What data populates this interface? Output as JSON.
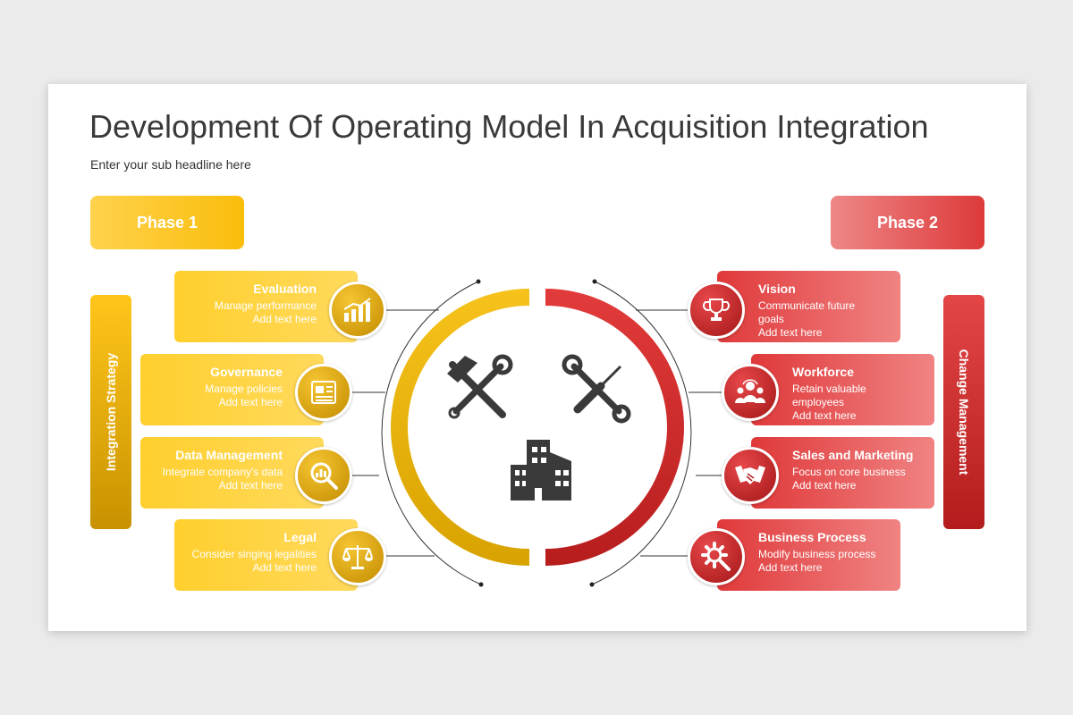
{
  "title": "Development Of Operating Model In Acquisition Integration",
  "subtitle": "Enter your sub headline here",
  "phases": {
    "left": "Phase 1",
    "right": "Phase 2"
  },
  "side_bars": {
    "left": "Integration Strategy",
    "right": "Change Management"
  },
  "colors": {
    "yellow": "#f9bd0a",
    "red": "#dd3a3a",
    "dark_yellow": "#c89200",
    "dark_red": "#b31c1c"
  },
  "left_items": [
    {
      "head": "Evaluation",
      "lines": [
        "Manage performance",
        "Add text here"
      ],
      "icon": "bar-chart-icon"
    },
    {
      "head": "Governance",
      "lines": [
        "Manage policies",
        "Add text here"
      ],
      "icon": "newspaper-icon"
    },
    {
      "head": "Data Management",
      "lines": [
        "Integrate company's data",
        "Add text here"
      ],
      "icon": "magnifier-chart-icon"
    },
    {
      "head": "Legal",
      "lines": [
        "Consider singing legalities",
        "Add text here"
      ],
      "icon": "scales-icon"
    }
  ],
  "right_items": [
    {
      "head": "Vision",
      "lines": [
        "Communicate future",
        "goals",
        "Add text here"
      ],
      "icon": "trophy-icon"
    },
    {
      "head": "Workforce",
      "lines": [
        "Retain valuable",
        "employees",
        "Add text here"
      ],
      "icon": "team-icon"
    },
    {
      "head": "Sales and Marketing",
      "lines": [
        "Focus on core business",
        "Add text here"
      ],
      "icon": "handshake-icon"
    },
    {
      "head": "Business Process",
      "lines": [
        "Modify business process",
        "Add text here"
      ],
      "icon": "gear-search-icon"
    }
  ],
  "center_icons": [
    "hammer-wrench-icon",
    "wrench-screwdriver-icon",
    "buildings-icon"
  ]
}
